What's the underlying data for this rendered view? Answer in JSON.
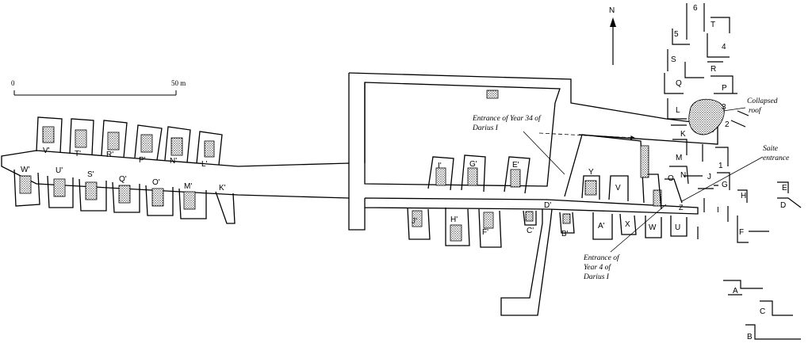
{
  "north": "N",
  "scale": {
    "start": "0",
    "end": "50 m"
  },
  "annotations": {
    "year34": [
      "Entrance of Year 34 of",
      "Darius I"
    ],
    "year4": [
      "Entrance of",
      "Year 4 of",
      "Darius I"
    ],
    "collapsed": [
      "Collapsed",
      "roof"
    ],
    "saite": [
      "Saite",
      "entrance"
    ]
  },
  "west_labels": [
    "V'",
    "T'",
    "R'",
    "P'",
    "N'",
    "L'",
    "W'",
    "U'",
    "S'",
    "Q'",
    "O'",
    "M'",
    "K'"
  ],
  "central_labels": [
    "I'",
    "G'",
    "E'",
    "Y",
    "V",
    "J'",
    "H'",
    "F'",
    "C'",
    "D'",
    "B'",
    "A'",
    "X",
    "W",
    "U"
  ],
  "east_labels": [
    "6",
    "5",
    "T",
    "4",
    "S",
    "R",
    "Q",
    "P",
    "L",
    "3",
    "2",
    "K",
    "M",
    "O",
    "N",
    "1",
    "J",
    "G",
    "Z",
    "I",
    "H",
    "E",
    "D",
    "F",
    "A",
    "C",
    "B"
  ]
}
